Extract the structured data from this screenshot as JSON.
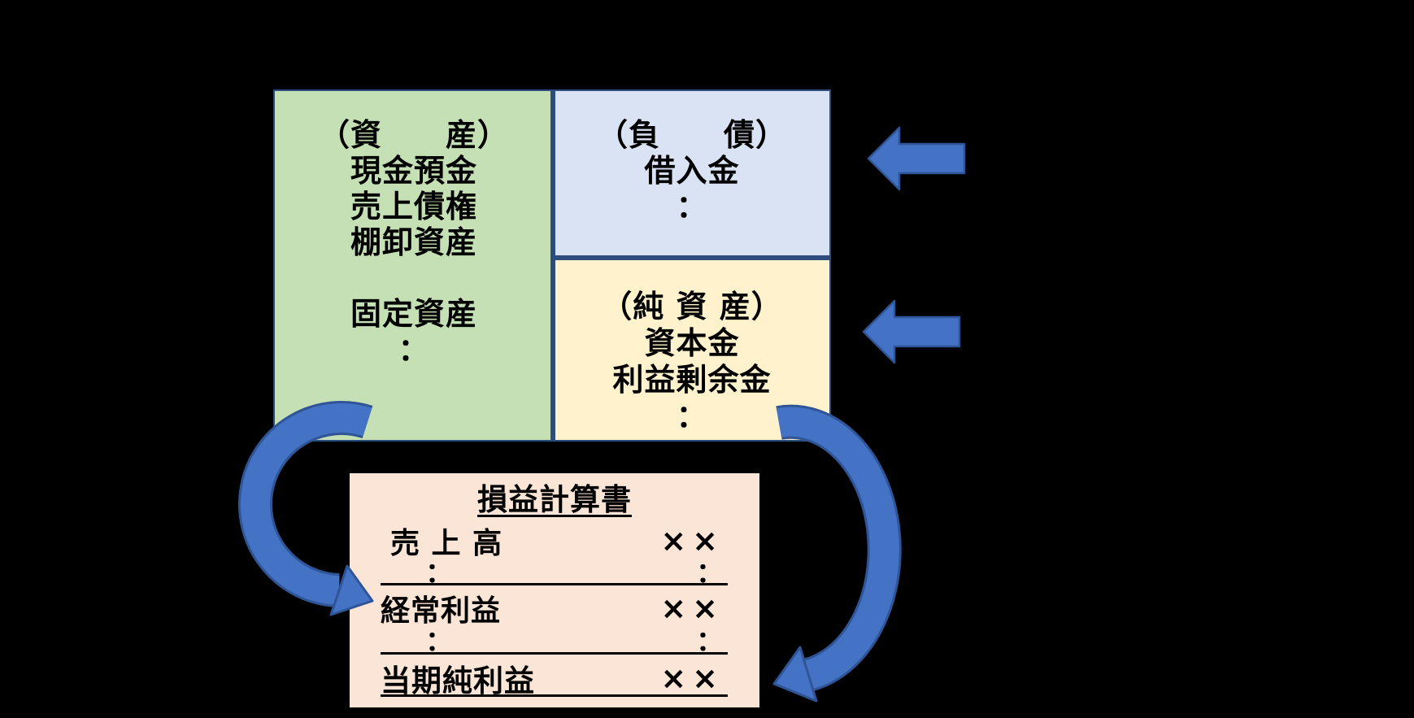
{
  "canvas": {
    "background": "#000000"
  },
  "balance_sheet": {
    "border_color": "#2C4D7E",
    "assets_box": {
      "fill": "#C5E0B4",
      "title": "（資　　産）",
      "items": [
        "現金預金",
        "売上債権",
        "棚卸資産",
        "",
        "固定資産",
        "："
      ]
    },
    "liabilities_box": {
      "fill": "#DAE3F3",
      "title": "（負　　債）",
      "items": [
        "借入金",
        "："
      ]
    },
    "net_assets_box": {
      "fill": "#FFF2CC",
      "title": "（純 資 産）",
      "items": [
        "資本金",
        "利益剰余金",
        "："
      ]
    }
  },
  "income_statement": {
    "fill": "#FBE5D6",
    "title": "損益計算書",
    "rows": [
      {
        "label": "売 上 高",
        "value": "××"
      },
      {
        "label": "：",
        "value": "："
      },
      {
        "label": "経常利益",
        "value": "××"
      },
      {
        "label": "：",
        "value": "："
      },
      {
        "label": "当期純利益",
        "value": "××"
      }
    ]
  },
  "arrows": {
    "fill": "#4472C4",
    "outline": "#2F5597"
  }
}
